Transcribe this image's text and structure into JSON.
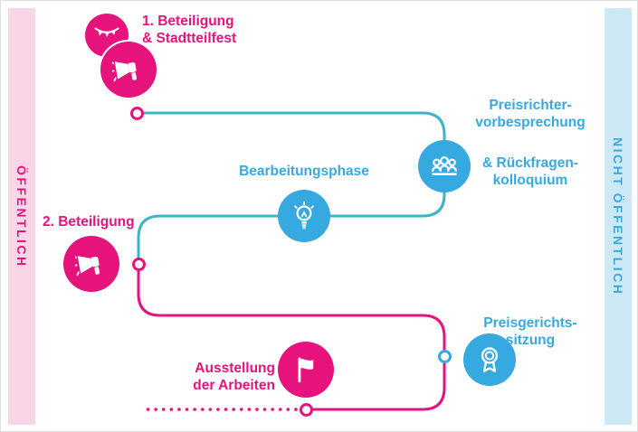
{
  "colors": {
    "pink": "#e6137d",
    "pinkLight": "#f8d6e8",
    "blue": "#36a9e1",
    "blueLight": "#cde9f6",
    "teal": "#3cb4c5",
    "white": "#ffffff"
  },
  "sidebars": {
    "left": "ÖFFENTLICH",
    "right": "NICHT ÖFFENTLICH"
  },
  "steps": {
    "beteiligung1": {
      "label": "1. Beteiligung\n& Stadtteilfest",
      "icons": [
        "garland-icon",
        "megaphone-icon"
      ]
    },
    "preisrichter": {
      "label1": "Preisrichter-\nvorbesprechung",
      "label2": "& Rückfragen-\nkolloquium",
      "icon": "jury-icon"
    },
    "bearbeitung": {
      "label": "Bearbeitungsphase",
      "icon": "lightbulb-icon"
    },
    "beteiligung2": {
      "label": "2. Beteiligung",
      "icon": "megaphone-icon"
    },
    "preisgericht": {
      "label": "Preisgerichts-\nsitzung",
      "icon": "medal-icon"
    },
    "ausstellung": {
      "label": "Ausstellung\nder Arbeiten",
      "icon": "flag-icon"
    }
  }
}
